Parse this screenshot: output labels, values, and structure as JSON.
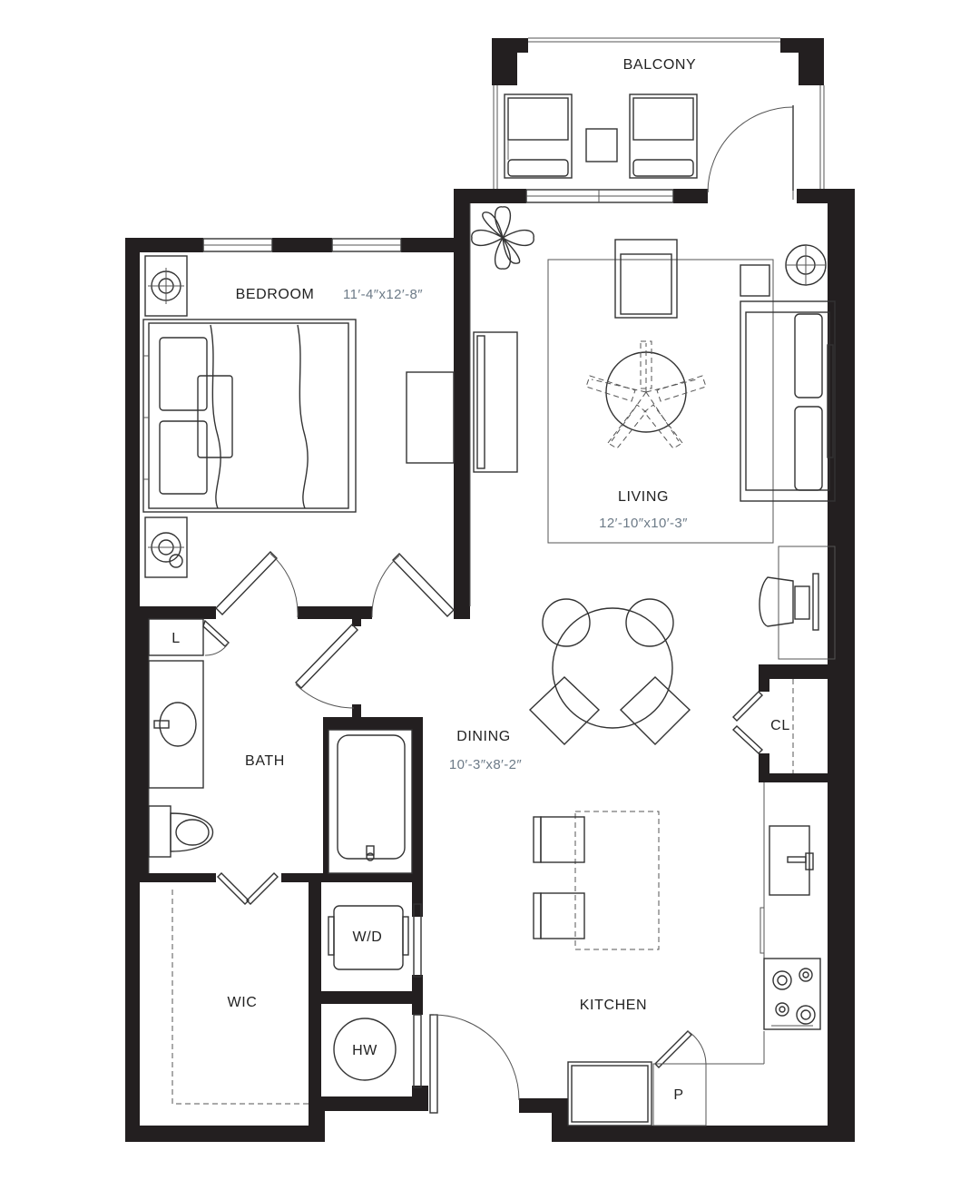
{
  "rooms": {
    "balcony": {
      "label": "BALCONY"
    },
    "bedroom": {
      "label": "BEDROOM",
      "dimensions": "11′-4″x12′-8″"
    },
    "living": {
      "label": "LIVING",
      "dimensions": "12′-10″x10′-3″"
    },
    "dining": {
      "label": "DINING",
      "dimensions": "10′-3″x8′-2″"
    },
    "bath": {
      "label": "BATH"
    },
    "linen": {
      "label": "L"
    },
    "closet": {
      "label": "CL"
    },
    "washer_dryer": {
      "label": "W/D"
    },
    "water_heater": {
      "label": "HW"
    },
    "walk_in_closet": {
      "label": "WIC"
    },
    "kitchen": {
      "label": "KITCHEN"
    },
    "pantry": {
      "label": "P"
    }
  },
  "colors": {
    "wall": "#231f20",
    "line": "#333333",
    "dimension_text": "#6d7b88",
    "background": "#ffffff"
  }
}
